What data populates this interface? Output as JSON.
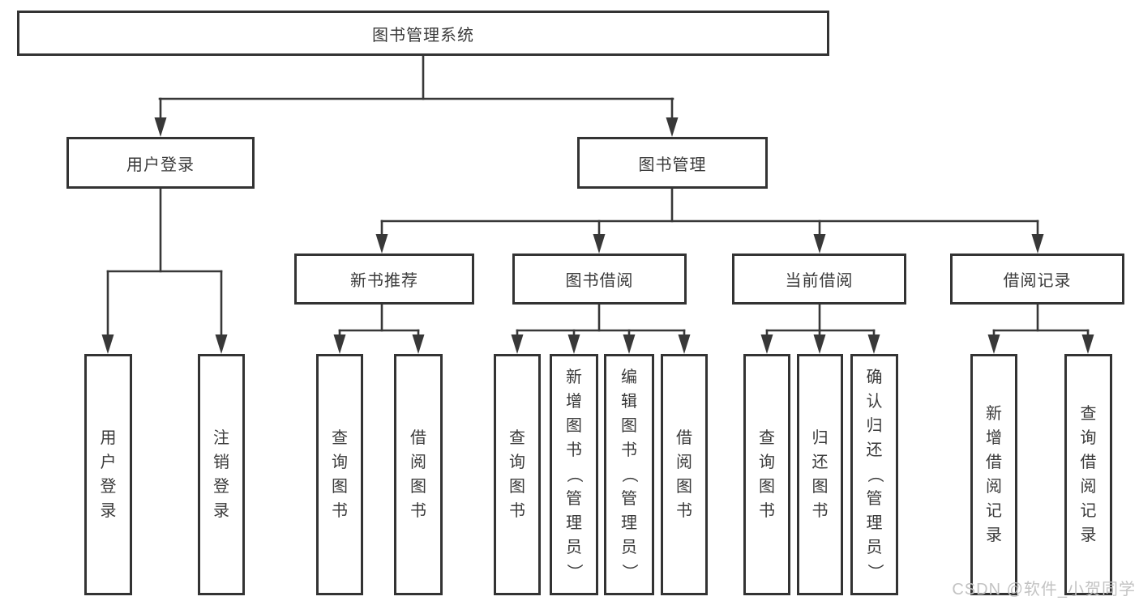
{
  "diagram_title": "图书管理系统",
  "watermark": "CSDN @软件_小贺同学",
  "colors": {
    "background": "#ffffff",
    "line": "#383838",
    "box_border": "#333333",
    "text": "#3a3a3a",
    "watermark": "#c3c3c3"
  },
  "nodes": [
    {
      "id": "root",
      "label": "图书管理系统",
      "parent": null,
      "level": 1
    },
    {
      "id": "user-login",
      "label": "用户登录",
      "parent": "root",
      "level": 2
    },
    {
      "id": "book-management",
      "label": "图书管理",
      "parent": "root",
      "level": 2
    },
    {
      "id": "new-book-recommend",
      "label": "新书推荐",
      "parent": "book-management",
      "level": 3
    },
    {
      "id": "book-borrow",
      "label": "图书借阅",
      "parent": "book-management",
      "level": 3
    },
    {
      "id": "current-borrow",
      "label": "当前借阅",
      "parent": "book-management",
      "level": 3
    },
    {
      "id": "borrow-records",
      "label": "借阅记录",
      "parent": "book-management",
      "level": 3
    },
    {
      "id": "leaf-user-login",
      "label": "用户登录",
      "parent": "user-login",
      "level": 4
    },
    {
      "id": "leaf-logout",
      "label": "注销登录",
      "parent": "user-login",
      "level": 4
    },
    {
      "id": "leaf-nb-query",
      "label": "查询图书",
      "parent": "new-book-recommend",
      "level": 4
    },
    {
      "id": "leaf-nb-borrow",
      "label": "借阅图书",
      "parent": "new-book-recommend",
      "level": 4
    },
    {
      "id": "leaf-bb-query",
      "label": "查询图书",
      "parent": "book-borrow",
      "level": 4
    },
    {
      "id": "leaf-bb-add",
      "label": "新增图书（管理员）",
      "parent": "book-borrow",
      "level": 4
    },
    {
      "id": "leaf-bb-edit",
      "label": "编辑图书（管理员）",
      "parent": "book-borrow",
      "level": 4
    },
    {
      "id": "leaf-bb-borrow",
      "label": "借阅图书",
      "parent": "book-borrow",
      "level": 4
    },
    {
      "id": "leaf-cb-query",
      "label": "查询图书",
      "parent": "current-borrow",
      "level": 4
    },
    {
      "id": "leaf-cb-return",
      "label": "归还图书",
      "parent": "current-borrow",
      "level": 4
    },
    {
      "id": "leaf-cb-confirm",
      "label": "确认归还（管理员）",
      "parent": "current-borrow",
      "level": 4
    },
    {
      "id": "leaf-br-add",
      "label": "新增借阅记录",
      "parent": "borrow-records",
      "level": 4
    },
    {
      "id": "leaf-br-query",
      "label": "查询借阅记录",
      "parent": "borrow-records",
      "level": 4
    }
  ]
}
